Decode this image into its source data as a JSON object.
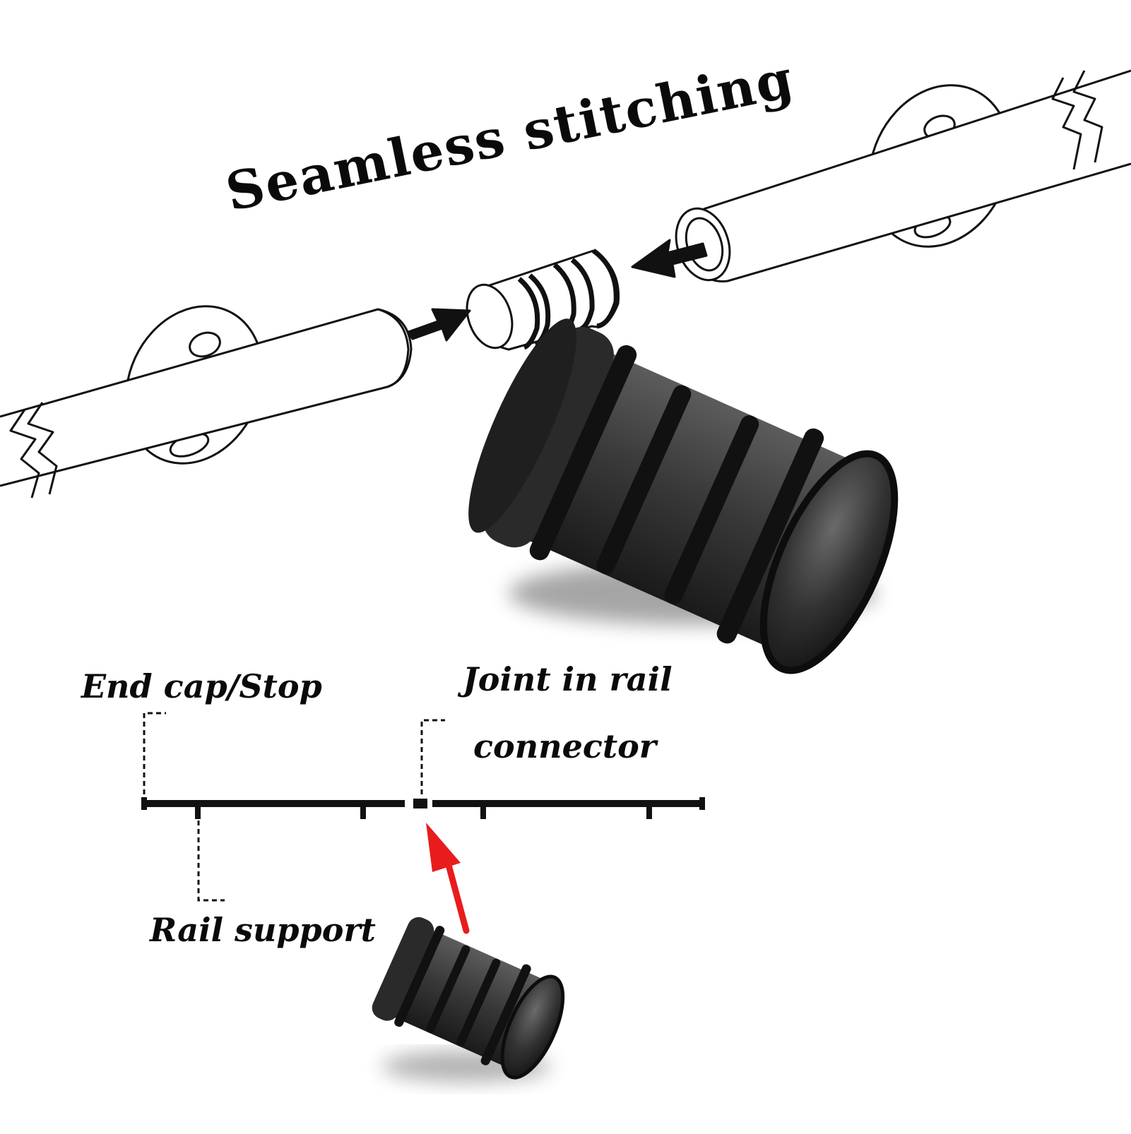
{
  "title": "Seamless stitching",
  "labels": {
    "end_cap": "End cap/Stop",
    "joint": "Joint in rail",
    "connector": "connector",
    "rail_support": "Rail support"
  },
  "icons": {
    "assembly": "rail-joint-assembly-illustration",
    "connector_large": "connector-photo-icon",
    "connector_small": "connector-photo-icon",
    "red_arrow": "red-arrow-icon"
  },
  "colors": {
    "ink": "#0a0a0a",
    "arrow": "#e81c1c",
    "metal": "#2b2b2b"
  }
}
